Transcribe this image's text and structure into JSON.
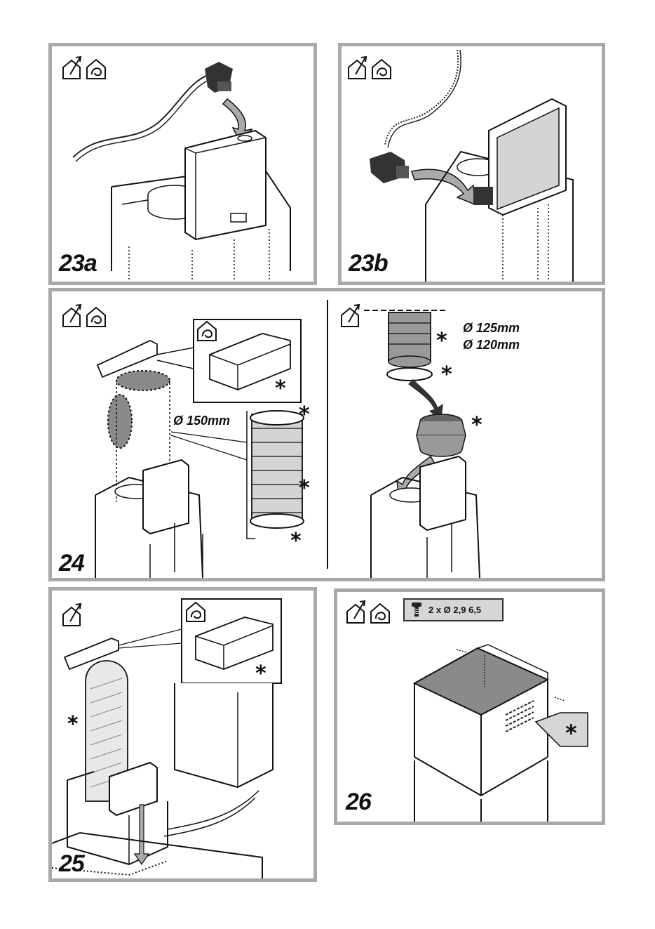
{
  "panels": {
    "p23a": {
      "label": "23a"
    },
    "p23b": {
      "label": "23b"
    },
    "p24": {
      "label": "24",
      "dia_left": "Ø 150mm",
      "dia_right_1": "Ø 125mm",
      "dia_right_2": "Ø 120mm"
    },
    "p25": {
      "label": "25"
    },
    "p26": {
      "label": "26",
      "screw_spec": "2 x Ø 2,9 6,5"
    }
  },
  "asterisk": "*",
  "icons": [
    "house-vent-out-icon",
    "house-recirculation-icon",
    "screw-icon"
  ],
  "colors": {
    "frame": "#a9a9a9",
    "shade": "#d4d4d4",
    "dark": "#8a8a8a"
  }
}
